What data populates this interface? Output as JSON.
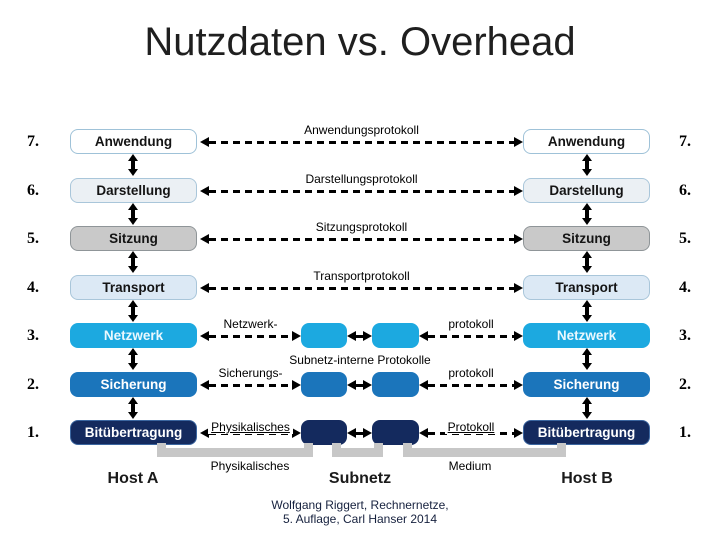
{
  "title": "Nutzdaten vs. Overhead",
  "layers": [
    {
      "num": "7.",
      "name": "Anwendung",
      "protocol": "Anwendungsprotokoll"
    },
    {
      "num": "6.",
      "name": "Darstellung",
      "protocol": "Darstellungsprotokoll"
    },
    {
      "num": "5.",
      "name": "Sitzung",
      "protocol": "Sitzungsprotokoll"
    },
    {
      "num": "4.",
      "name": "Transport",
      "protocol": "Transportprotokoll"
    },
    {
      "num": "3.",
      "name": "Netzwerk",
      "protocol_left": "Netzwerk-",
      "protocol_right": "protokoll"
    },
    {
      "num": "2.",
      "name": "Sicherung",
      "protocol_left": "Sicherungs-",
      "protocol_right": "protokoll"
    },
    {
      "num": "1.",
      "name": "Bitübertragung",
      "protocol_left": "Physikalisches",
      "protocol_right": "Protokoll"
    }
  ],
  "subnet_internal_label": "Subnetz-interne Protokolle",
  "footer": {
    "host_a": "Host A",
    "subnet": "Subnetz",
    "host_b": "Host B",
    "physical_link_label": "Physikalisches",
    "medium_link_label": "Medium"
  },
  "attribution": {
    "line1": "Wolfgang Riggert, Rechnernetze,",
    "line2": "5. Auflage, Carl Hanser 2014"
  },
  "colors": {
    "layer3_cyan": "#1CA9E0",
    "layer2_blue": "#1B75BB",
    "layer1_navy": "#142A5E",
    "layer5_gray": "#C9C9C9",
    "layer4_lightblue": "#DCE9F5",
    "layer6_lightgray": "#EBF0F4",
    "box_border_blue": "#9FC2D8",
    "bracket_gray": "#C7C7C7",
    "arrow_black": "#000000"
  }
}
